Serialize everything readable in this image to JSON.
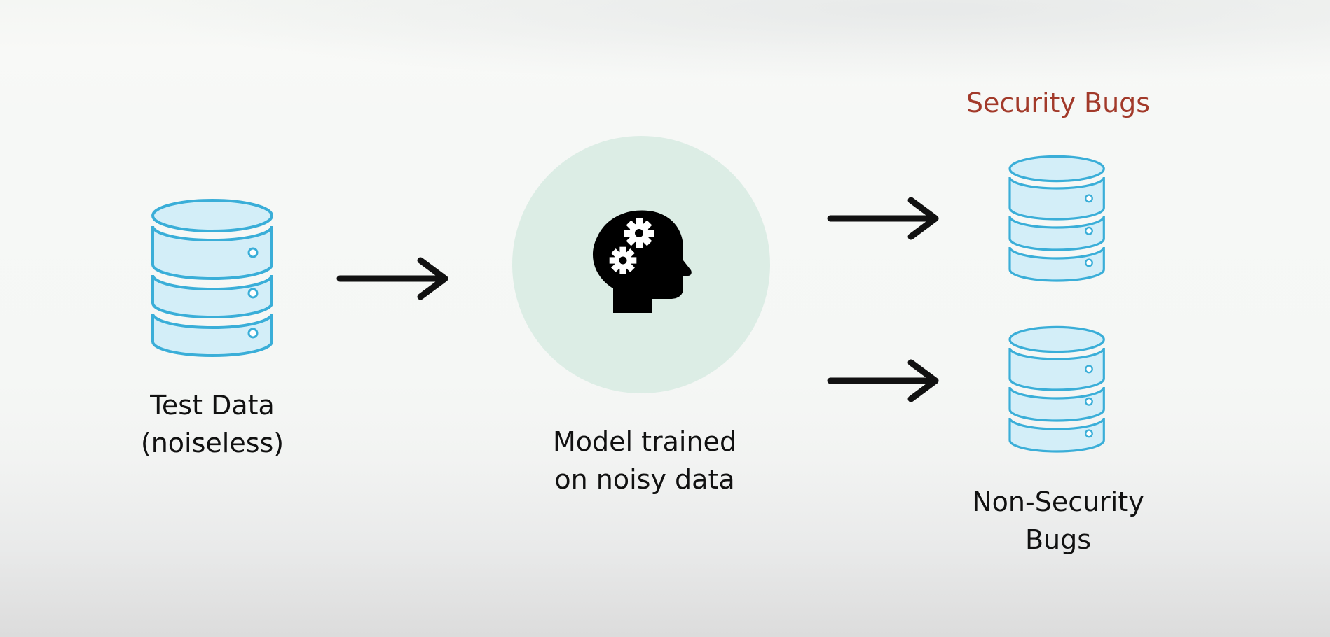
{
  "diagram": {
    "input": {
      "label": "Test Data\n(noiseless)",
      "icon": "database-icon"
    },
    "model": {
      "label": "Model trained\non noisy data",
      "icon": "head-with-gears-icon"
    },
    "outputs": {
      "security": {
        "label": "Security Bugs",
        "icon": "database-icon"
      },
      "non_security": {
        "label": "Non-Security\nBugs",
        "icon": "database-icon"
      }
    }
  },
  "colors": {
    "db_fill": "#d3eef8",
    "db_stroke": "#3aaed8",
    "arrow": "#111111",
    "model_circle": "#dcede5",
    "model_icon": "#000000",
    "security_label": "#a23a2a",
    "text": "#111111"
  }
}
